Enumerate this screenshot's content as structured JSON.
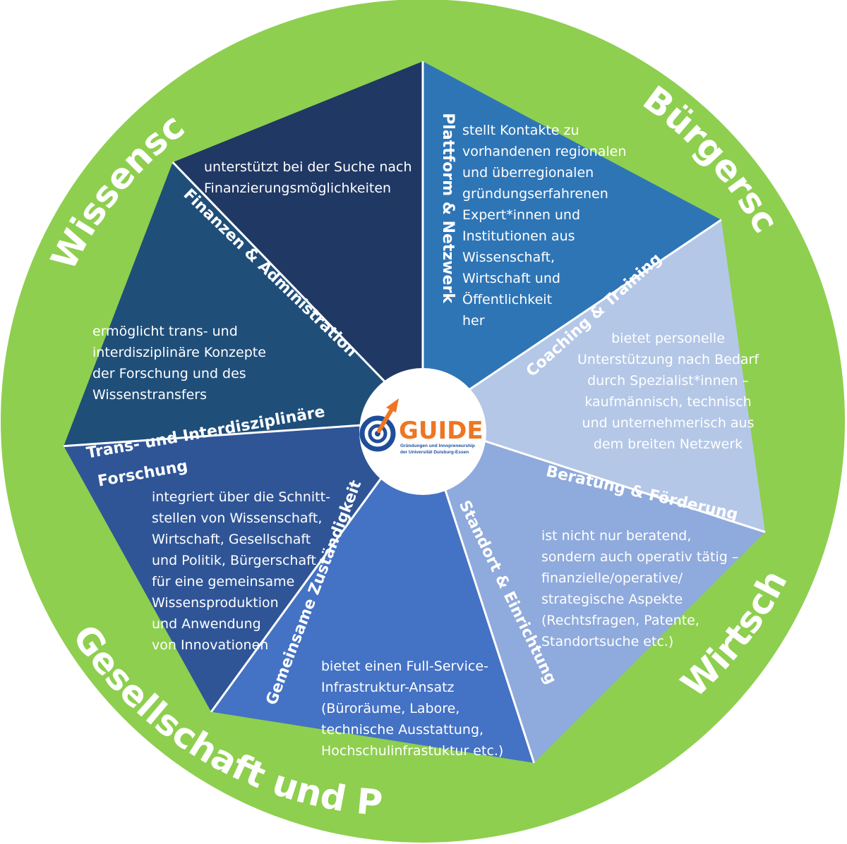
{
  "ring": {
    "color": "#8ecf4f",
    "labels": [
      "Wissenschaft",
      "Bürgerschaft",
      "Wirtschaft",
      "Gesellschaft und Politik"
    ]
  },
  "segments": [
    {
      "id": "finanzen",
      "title": "Finanzen & Administration",
      "color": "#2e75b6",
      "description": "unterstützt bei der Suche nach\nFinanzierungsmöglichkeiten"
    },
    {
      "id": "plattform",
      "title": "Plattform & Netzwerk",
      "color": "#b4c7e7",
      "description": "stellt Kontakte zu\nvorhandenen regionalen\nund überregionalen\ngründungserfahrenen\nExpert*innen und\nInstitutionen aus\nWissenschaft,\nWirtschaft und\nÖffentlichkeit\nher"
    },
    {
      "id": "coaching",
      "title": "Coaching & Training",
      "color": "#8faadc",
      "description": "bietet personelle\nUnterstützung nach Bedarf\ndurch Spezialist*innen –\nkaufmännisch, technisch\nund unternehmerisch aus\ndem breiten Netzwerk"
    },
    {
      "id": "beratung",
      "title": "Beratung & Förderung",
      "color": "#4472c4",
      "description": "ist nicht nur beratend,\nsondern auch operativ tätig –\nfinanzielle/operative/\nstrategische Aspekte\n(Rechtsfragen, Patente,\nStandortsuche etc.)"
    },
    {
      "id": "standort",
      "title": "Standort & Einrichtung",
      "color": "#2f5597",
      "description": "bietet einen Full-Service-\nInfrastruktur-Ansatz\n(Büroräume, Labore,\ntechnische Ausstattung,\nHochschulinfrastuktur etc.)"
    },
    {
      "id": "gemeinsam",
      "title": "Gemeinsame Zuständigkeit",
      "color": "#1f4e79",
      "description": "integriert über die Schnitt-\nstellen von Wissenschaft,\nWirtschaft, Gesellschaft\nund Politik, Bürgerschaft\nfür eine gemeinsame\nWissensproduktion\nund Anwendung\nvon Innovationen"
    },
    {
      "id": "trans",
      "title_lines": [
        "Trans- und Interdisziplinäre",
        "Forschung"
      ],
      "color": "#203864",
      "description": "ermöglicht trans- und\ninterdisziplinäre Konzepte\nder Forschung und des\nWissenstransfers"
    }
  ],
  "logo": {
    "name": "GUIDE",
    "subtitle_line1": "Gründungen und Innopreneurship",
    "subtitle_line2": "der Universität Duisburg-Essen",
    "orange": "#ee7623",
    "blue": "#1f4e99"
  }
}
